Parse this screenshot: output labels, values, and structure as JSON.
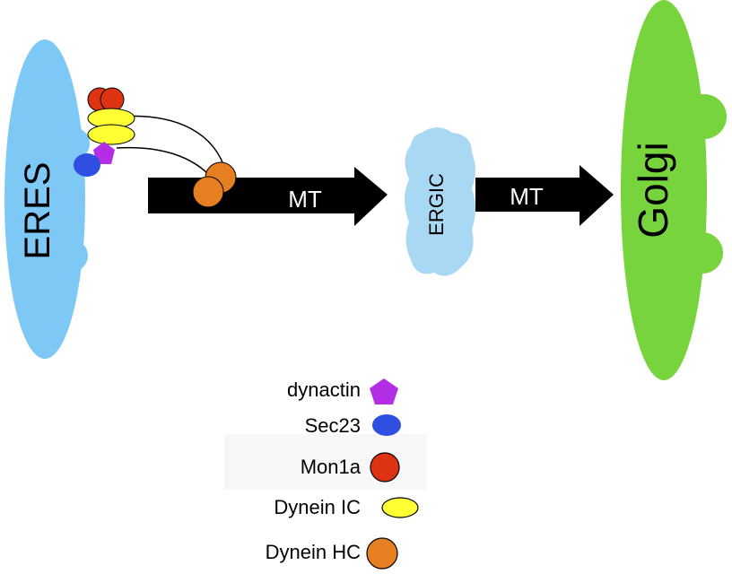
{
  "labels": {
    "eres": "ERES",
    "ergic": "ERGIC",
    "golgi": "Golgi",
    "mt1": "MT",
    "mt2": "MT"
  },
  "legend": [
    {
      "label": "dynactin",
      "shape": "pentagon",
      "color": "#b42ee6"
    },
    {
      "label": "Sec23",
      "shape": "ellipse",
      "color": "#2f4fe0"
    },
    {
      "label": "Mon1a",
      "shape": "circle",
      "color": "#dd3312"
    },
    {
      "label": "Dynein IC",
      "shape": "ellipse",
      "color": "#ffff33"
    },
    {
      "label": "Dynein HC",
      "shape": "circle",
      "color": "#e67e22"
    }
  ],
  "colors": {
    "eres": "#7ec8f5",
    "ergic": "#a9d8f5",
    "golgi": "#77d43c",
    "arrow": "#000000"
  }
}
